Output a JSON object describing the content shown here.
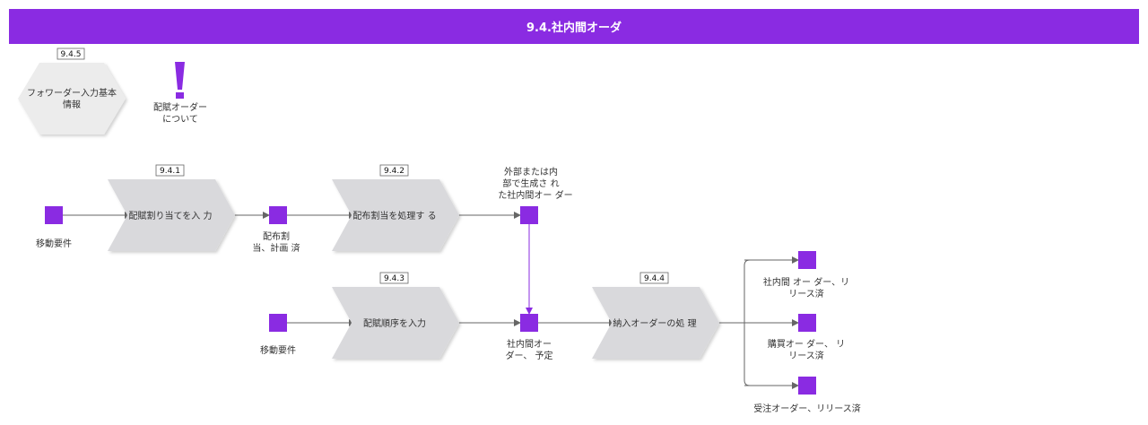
{
  "header": {
    "title": "9.4.社内間オーダ"
  },
  "colors": {
    "accent": "#8a2be2",
    "event": "#8a2be2",
    "process_fill": "#d9d9dc",
    "hex_fill": "#ececec"
  },
  "reference": {
    "badge": "9.4.5",
    "hexagon_label": [
      "フォワーダー入力基本",
      "情報"
    ]
  },
  "note": {
    "icon": "exclamation-icon",
    "label": [
      "配賦オーダー",
      "について"
    ]
  },
  "processes": [
    {
      "id": "p1",
      "badge": "9.4.1",
      "label": "配賦割り当てを入 力"
    },
    {
      "id": "p2",
      "badge": "9.4.2",
      "label": "配布割当を処理す る"
    },
    {
      "id": "p3",
      "badge": "9.4.3",
      "label": "配賦順序を入力"
    },
    {
      "id": "p4",
      "badge": "9.4.4",
      "label": "納入オーダーの処 理"
    }
  ],
  "events": [
    {
      "id": "e1",
      "label": [
        "移動要件"
      ]
    },
    {
      "id": "e2",
      "label": [
        "配布割",
        "当、計画 済"
      ]
    },
    {
      "id": "e3",
      "label": [
        "外部または内",
        "部で生成さ れ",
        "た社内間オー ダー"
      ]
    },
    {
      "id": "e4",
      "label": [
        "移動要件"
      ]
    },
    {
      "id": "e5",
      "label": [
        "社内間オー",
        "ダー、 予定"
      ]
    },
    {
      "id": "e6",
      "label": [
        "社内間 オー ダー、リ",
        "リース済"
      ]
    },
    {
      "id": "e7",
      "label": [
        "購買オー ダー、 リ",
        "リース済"
      ]
    },
    {
      "id": "e8",
      "label": [
        "受注オーダー、リリース済"
      ]
    }
  ]
}
